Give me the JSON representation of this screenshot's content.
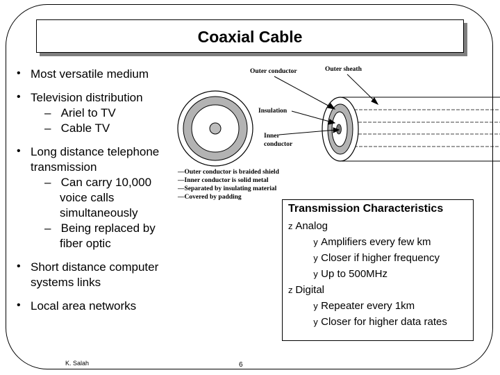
{
  "slide": {
    "title": "Coaxial Cable",
    "bullets": [
      {
        "text": "Most versatile medium",
        "subs": []
      },
      {
        "text": "Television distribution",
        "subs": [
          "Ariel to TV",
          "Cable TV"
        ]
      },
      {
        "text": "Long distance telephone transmission",
        "subs": [
          "Can carry 10,000 voice calls simultaneously",
          "Being replaced by fiber optic"
        ]
      },
      {
        "text": "Short distance computer systems links",
        "subs": []
      },
      {
        "text": "Local area networks",
        "subs": []
      }
    ],
    "bullet_marker": "•",
    "sub_marker": "–"
  },
  "diagram": {
    "label_outer_conductor": "Outer conductor",
    "label_outer_sheath": "Outer sheath",
    "label_insulation": "Insulation",
    "label_inner_1": "Inner",
    "label_inner_2": "conductor",
    "notes": [
      "—Outer conductor is braided shield",
      "—Inner conductor is solid metal",
      "—Separated by insulating material",
      "—Covered by padding"
    ]
  },
  "characteristics": {
    "title": "Transmission Characteristics",
    "group_marker": "z",
    "item_marker": "y",
    "analog": "Analog",
    "analog_items": [
      "Amplifiers every few km",
      "Closer if higher frequency",
      "Up to 500MHz"
    ],
    "digital": "Digital",
    "digital_items": [
      "Repeater every 1km",
      "Closer for higher data rates"
    ]
  },
  "footer": {
    "author": "K. Salah",
    "page": "6"
  }
}
